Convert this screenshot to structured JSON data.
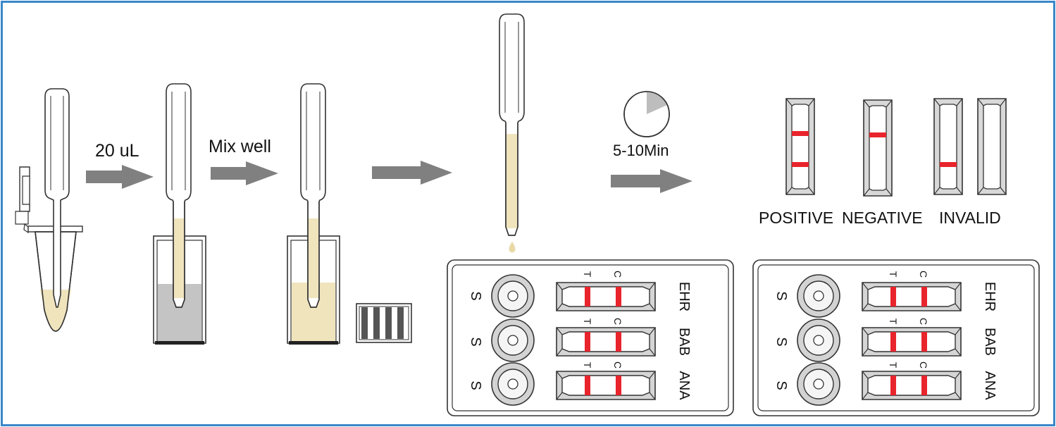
{
  "steps": {
    "volume_label": "20 uL",
    "mix_label": "Mix well",
    "time_label": "5-10Min"
  },
  "results": {
    "positive": "POSITIVE",
    "negative": "NEGATIVE",
    "invalid": "INVALID"
  },
  "cassette": {
    "sample_label": "S",
    "test_label": "T",
    "control_label": "C",
    "rows": [
      "EHR",
      "BAB",
      "ANA"
    ]
  },
  "colors": {
    "border": "#3a87c8",
    "sample_fluid": "#f0e4bd",
    "buffer_gray": "#c4c4c4",
    "arrow": "#808080",
    "result_line": "#e8242c",
    "strip_fill": "#d7d7d7"
  },
  "icons": [
    "tube-icon",
    "dropper-icon",
    "arrow-icon",
    "clock-icon",
    "test-strip-icon",
    "cassette-icon"
  ]
}
